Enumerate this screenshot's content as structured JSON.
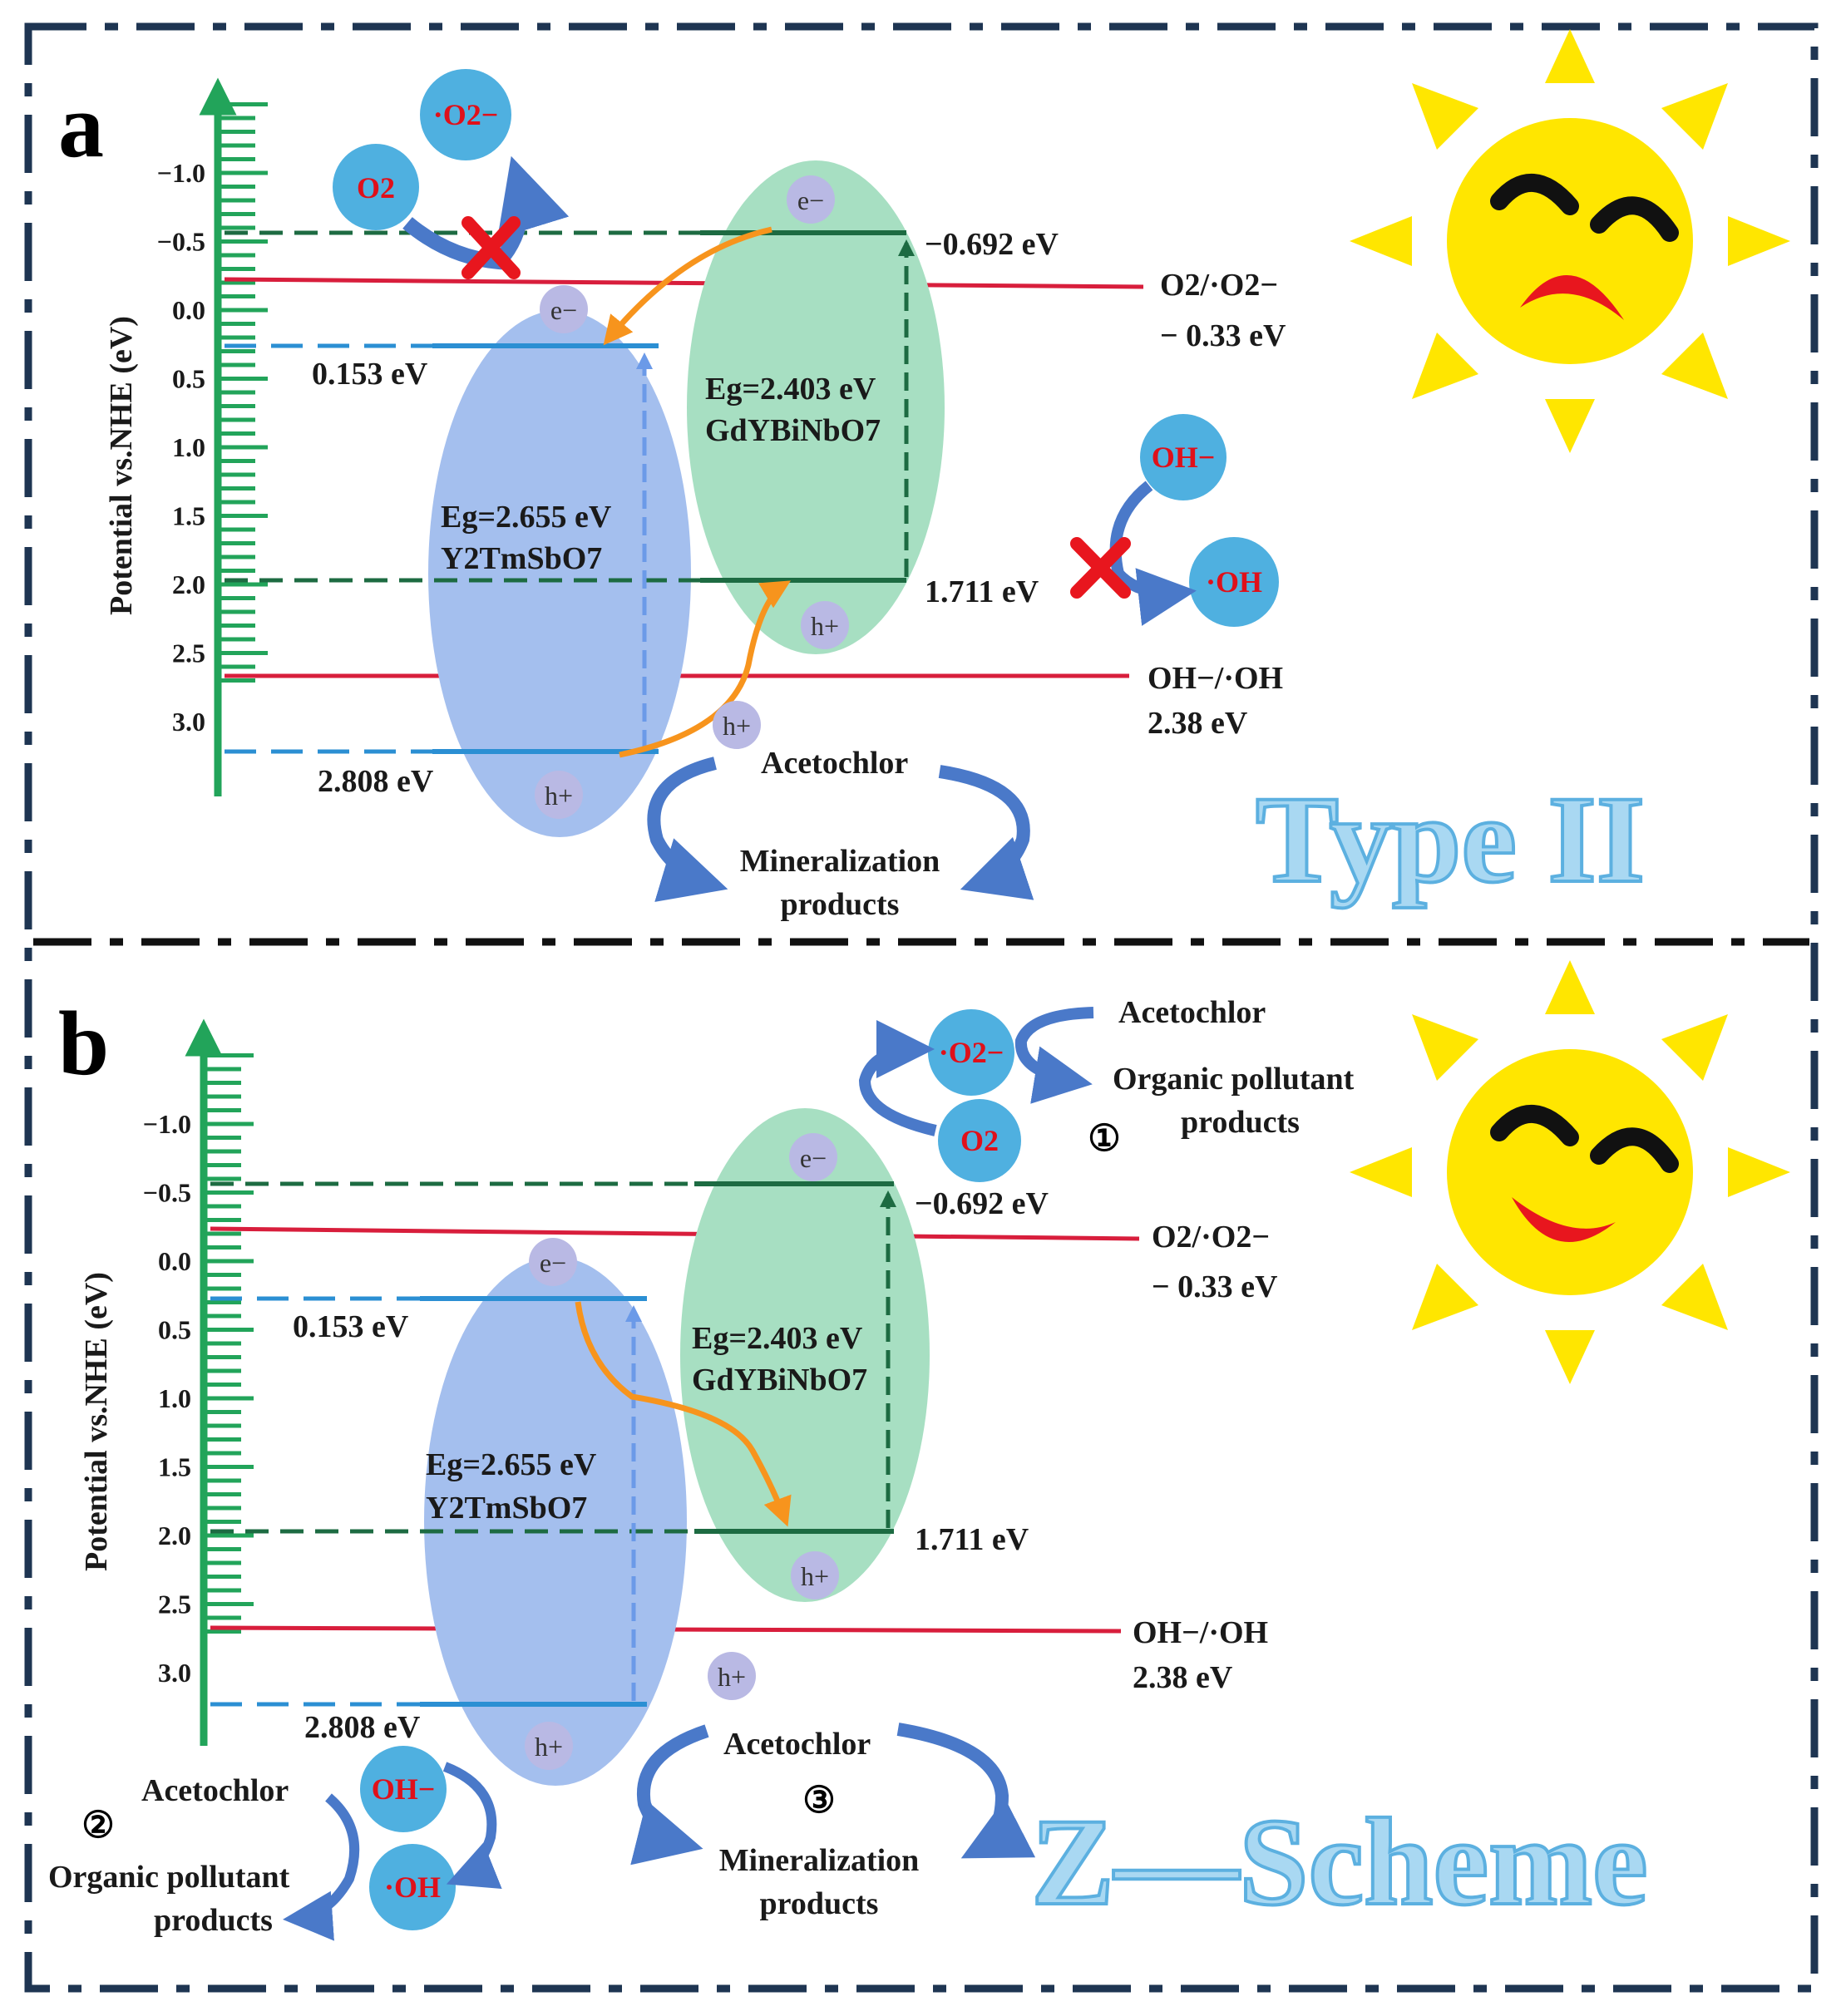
{
  "panel_a": {
    "letter": "a",
    "scheme_name": "Type II",
    "axis": {
      "label": "Potential  vs.NHE  (eV)",
      "ticks": [
        "−1.0",
        "−0.5",
        "0.0",
        "0.5",
        "1.0",
        "1.5",
        "2.0",
        "2.5",
        "3.0"
      ]
    },
    "y2tmsbo7": {
      "eg": "Eg=2.655 eV",
      "formula": "Y2TmSbO7",
      "cb": "0.153 eV",
      "vb": "2.808 eV"
    },
    "gdybinbo7": {
      "eg": "Eg=2.403 eV",
      "formula": "GdYBiNbO7",
      "cb": "−0.692 eV",
      "vb": "1.711 eV"
    },
    "o2_potential": {
      "couple": "O2/·O2−",
      "value": "− 0.33 eV"
    },
    "oh_potential": {
      "couple": "OH−/·OH",
      "value": "2.38 eV"
    },
    "bubbles": {
      "o2": "O2",
      "superoxide": "·O2−",
      "oh_minus": "OH−",
      "oh_radical": "·OH"
    },
    "carriers": {
      "electron": "e−",
      "hole": "h+"
    },
    "reaction": {
      "pollutant": "Acetochlor",
      "product_line1": "Mineralization",
      "product_line2": "products"
    },
    "sun_mood": "sad"
  },
  "panel_b": {
    "letter": "b",
    "scheme_name": "Z—Scheme",
    "axis": {
      "label": "Potential  vs.NHE  (eV)",
      "ticks": [
        "−1.0",
        "−0.5",
        "0.0",
        "0.5",
        "1.0",
        "1.5",
        "2.0",
        "2.5",
        "3.0"
      ]
    },
    "y2tmsbo7": {
      "eg": "Eg=2.655 eV",
      "formula": "Y2TmSbO7",
      "cb": "0.153 eV",
      "vb": "2.808 eV"
    },
    "gdybinbo7": {
      "eg": "Eg=2.403 eV",
      "formula": "GdYBiNbO7",
      "cb": "−0.692 eV",
      "vb": "1.711 eV"
    },
    "o2_potential": {
      "couple": "O2/·O2−",
      "value": "− 0.33 eV"
    },
    "oh_potential": {
      "couple": "OH−/·OH",
      "value": "2.38 eV"
    },
    "bubbles": {
      "o2": "O2",
      "superoxide": "·O2−",
      "oh_minus": "OH−",
      "oh_radical": "·OH"
    },
    "carriers": {
      "electron": "e−",
      "hole": "h+"
    },
    "path1": {
      "num": "①",
      "pollutant": "Acetochlor",
      "product_line1": "Organic pollutant",
      "product_line2": "products"
    },
    "path2": {
      "num": "②",
      "pollutant": "Acetochlor",
      "product_line1": "Organic pollutant",
      "product_line2": "products"
    },
    "path3": {
      "num": "③",
      "pollutant": "Acetochlor",
      "product_line1": "Mineralization",
      "product_line2": "products"
    },
    "sun_mood": "happy"
  },
  "colors": {
    "axis_green": "#22a45a",
    "redox_red": "#d81e3c",
    "y2_band_blue": "#2b8fd3",
    "gd_band_green": "#1d6b42",
    "y2_ellipse": "#a4bfee",
    "gd_ellipse": "#a7dfc2",
    "bubble_blue": "#4fb0e0",
    "transfer_orange": "#f7941d",
    "curve_arrow_blue": "#4a79c9",
    "sun_yellow": "#ffe600",
    "frame_navy": "#1e3552",
    "block_red": "#e8161e"
  },
  "icons": [
    "sun-icon",
    "cross-mark-icon",
    "curved-arrow-icon",
    "straight-arrow-icon"
  ]
}
